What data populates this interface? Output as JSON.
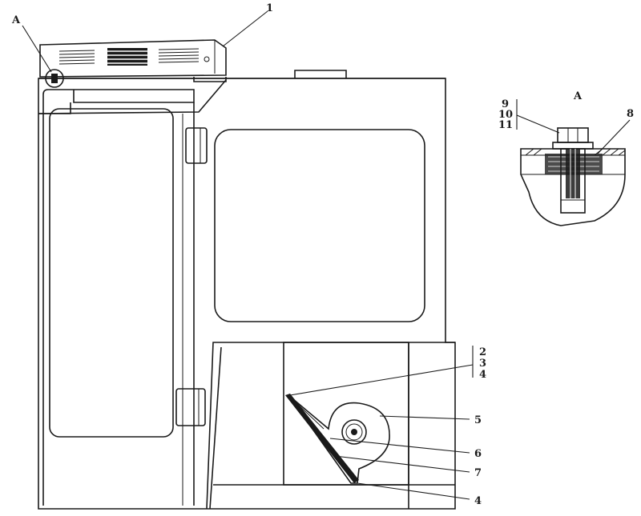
{
  "labels": {
    "callout_a_main": "A",
    "part_1": "1",
    "detail_title": "A",
    "part_9": "9",
    "part_10": "10",
    "part_11": "11",
    "part_8": "8",
    "part_2": "2",
    "part_3": "3",
    "part_4_top": "4",
    "part_5": "5",
    "part_6": "6",
    "part_7": "7",
    "part_4_bottom": "4"
  },
  "colors": {
    "ink": "#1a1a1a",
    "paper": "#ffffff"
  }
}
